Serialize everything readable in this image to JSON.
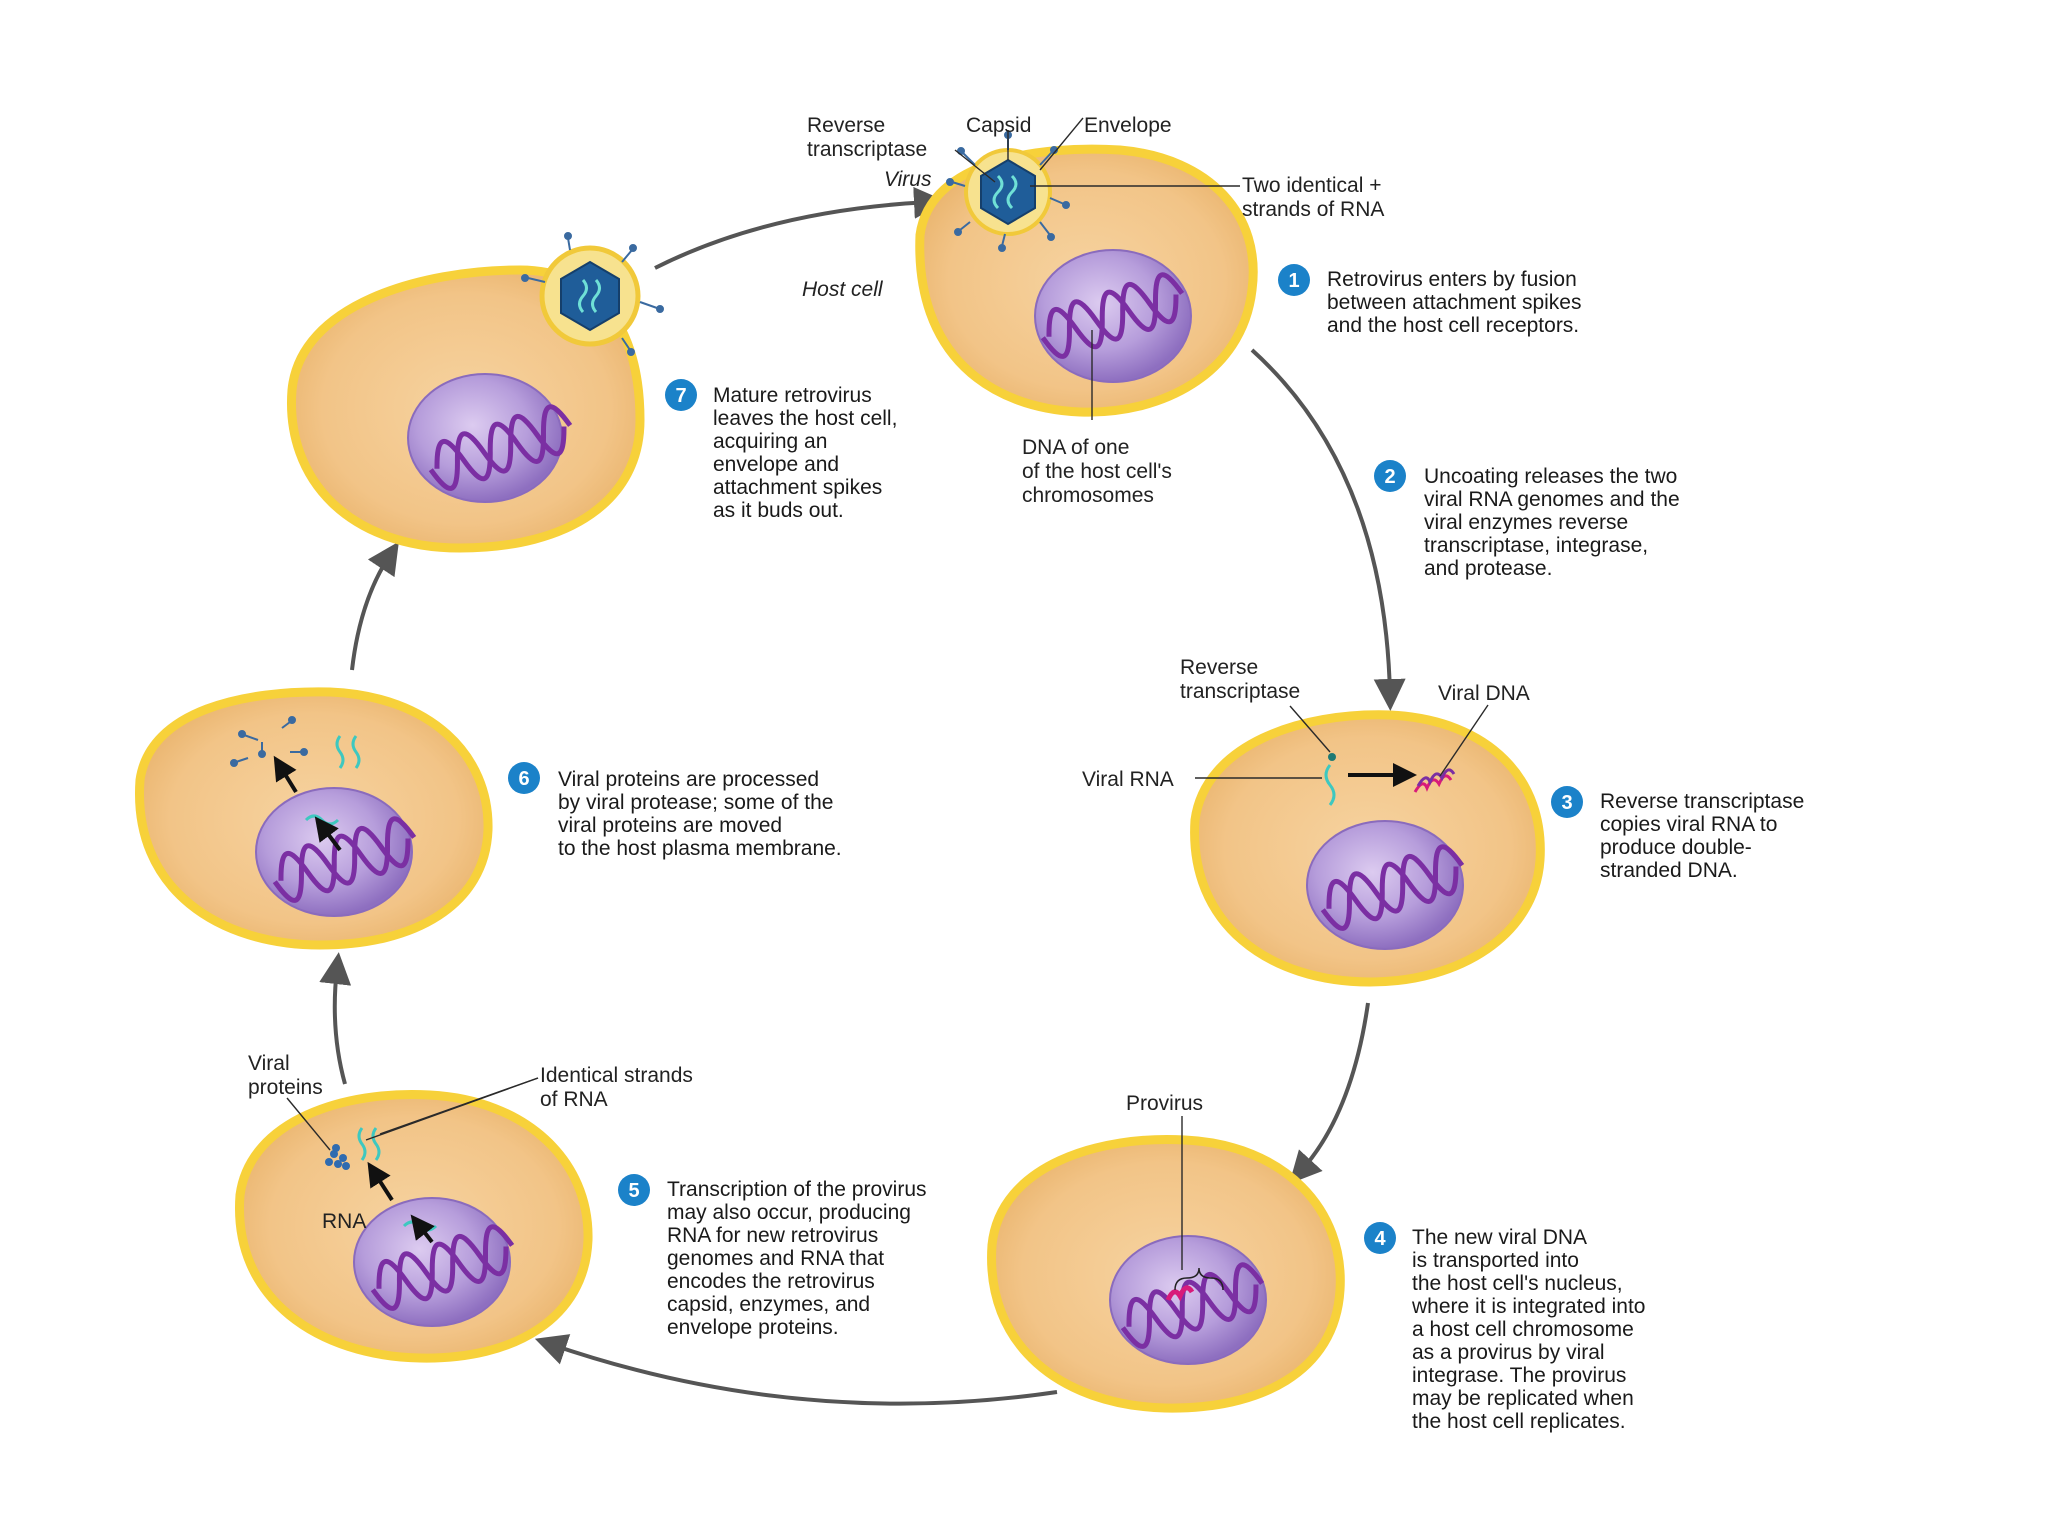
{
  "colors": {
    "cell_fill": "#f4c98b",
    "cell_rim": "#f7d13a",
    "nucleus": "#b49ad6",
    "dna_purple": "#7b2fa3",
    "dna_pink": "#d81b7a",
    "rna_teal": "#3ec8c0",
    "capsid": "#1f5d99",
    "step_badge": "#1b82c9",
    "arrow": "#555555"
  },
  "labels": {
    "reverse_transcriptase_1": [
      "Reverse",
      "transcriptase"
    ],
    "capsid": "Capsid",
    "envelope": "Envelope",
    "virus": "Virus",
    "rna_strands": [
      "Two identical +",
      "strands of RNA"
    ],
    "host_cell": "Host cell",
    "host_dna": [
      "DNA of one",
      "of the host cell's",
      "chromosomes"
    ],
    "reverse_transcriptase_3": [
      "Reverse",
      "transcriptase"
    ],
    "viral_dna": "Viral DNA",
    "viral_rna": "Viral RNA",
    "provirus": "Provirus",
    "viral_proteins": [
      "Viral",
      "proteins"
    ],
    "identical_rna": [
      "Identical strands",
      "of RNA"
    ],
    "rna": "RNA"
  },
  "steps": [
    {
      "num": "1",
      "lines": [
        "Retrovirus enters by fusion",
        "between attachment spikes",
        "and the host cell receptors."
      ]
    },
    {
      "num": "2",
      "lines": [
        "Uncoating releases the two",
        "viral RNA genomes and the",
        "viral enzymes reverse",
        "transcriptase, integrase,",
        "and protease."
      ]
    },
    {
      "num": "3",
      "lines": [
        "Reverse transcriptase",
        "copies viral RNA to",
        "produce double-",
        "stranded DNA."
      ]
    },
    {
      "num": "4",
      "lines": [
        "The new viral DNA",
        "is transported into",
        "the host cell's nucleus,",
        "where it is integrated into",
        "a host cell chromosome",
        "as a provirus by viral",
        "integrase. The provirus",
        "may be replicated when",
        "the host cell replicates."
      ]
    },
    {
      "num": "5",
      "lines": [
        "Transcription of the provirus",
        "may also occur, producing",
        "RNA for new retrovirus",
        "genomes and RNA that",
        "encodes the retrovirus",
        "capsid, enzymes, and",
        "envelope proteins."
      ]
    },
    {
      "num": "6",
      "lines": [
        "Viral proteins are processed",
        "by viral protease; some of the",
        "viral proteins are moved",
        "to the host plasma membrane."
      ]
    },
    {
      "num": "7",
      "lines": [
        "Mature retrovirus",
        "leaves the host cell,",
        "acquiring an",
        "envelope and",
        "attachment spikes",
        "as it buds out."
      ]
    }
  ]
}
